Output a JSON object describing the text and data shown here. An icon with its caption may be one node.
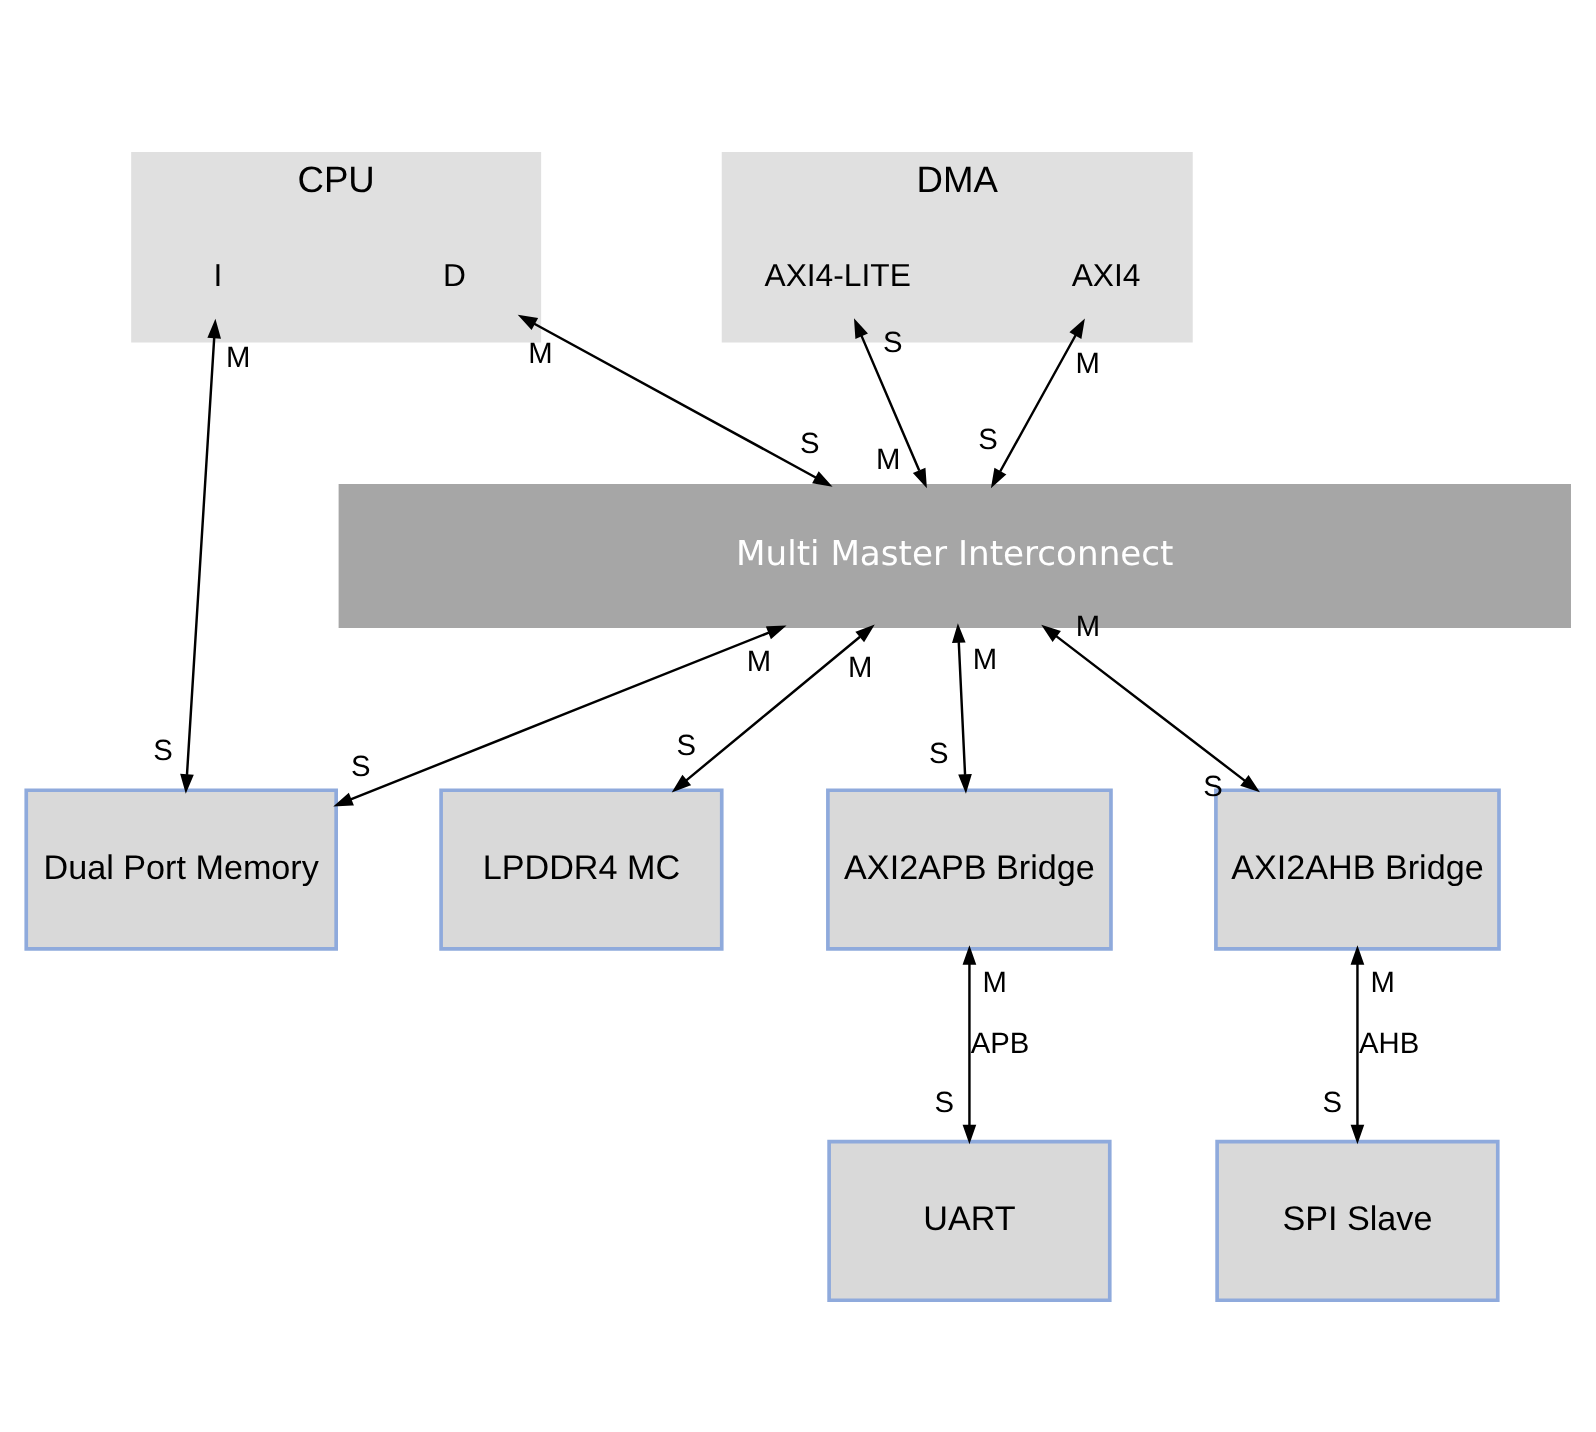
{
  "diagram": {
    "nodes": [
      {
        "text": [
          "CPU"
        ]
      },
      {
        "text": [
          "I"
        ],
        "in": 0
      },
      {
        "text": [
          "D"
        ],
        "in": 0
      },
      {
        "text": [
          "DMA"
        ]
      },
      {
        "text": [
          "AXI4-LITE"
        ],
        "in": 3
      },
      {
        "text": [
          "AXI4"
        ],
        "in": 3
      },
      {
        "text": [
          "Multi Master Interconnect"
        ]
      },
      {
        "text": [
          "Dual Port Memory"
        ]
      },
      {
        "text": [
          "LPDDR4 MC"
        ]
      },
      {
        "text": [
          "AXI2APB Bridge"
        ]
      },
      {
        "text": [
          "AXI2AHB Bridge"
        ]
      },
      {
        "text": [
          "UART"
        ]
      },
      {
        "text": [
          "SPI Slave"
        ]
      }
    ],
    "edges": [
      {
        "from": 1,
        "to": 7,
        "arrow": "both"
      },
      {
        "from": 2,
        "to": 6,
        "arrow": "both"
      },
      {
        "from": 4,
        "to": 6,
        "arrow": "both"
      },
      {
        "from": 5,
        "to": 6,
        "arrow": "both"
      },
      {
        "from": 6,
        "to": 7,
        "arrow": "both"
      },
      {
        "from": 6,
        "to": 8,
        "arrow": "both"
      },
      {
        "from": 6,
        "to": 9,
        "arrow": "both"
      },
      {
        "from": 6,
        "to": 10,
        "arrow": "both"
      },
      {
        "from": 9,
        "to": 11,
        "arrow": "both",
        "label": "APB"
      },
      {
        "from": 10,
        "to": 12,
        "arrow": "both",
        "label": "AHB"
      }
    ],
    "labels": [
      "M",
      "M",
      "S",
      "M",
      "S",
      "M",
      "S",
      "M",
      "M",
      "M",
      "M",
      "S",
      "S",
      "S",
      "S",
      "S",
      "M",
      "M",
      "S",
      "S"
    ]
  }
}
